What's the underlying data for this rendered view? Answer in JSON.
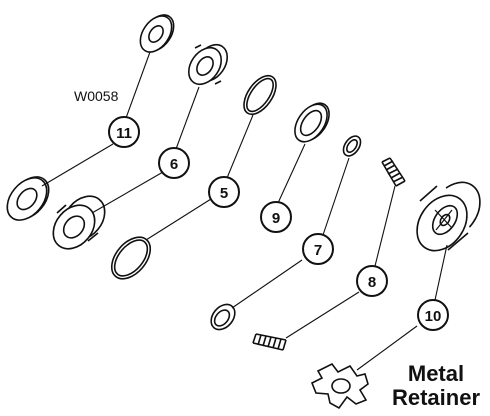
{
  "diagram": {
    "part_code": "W0058",
    "callouts": [
      {
        "id": "11",
        "label": "11"
      },
      {
        "id": "6",
        "label": "6"
      },
      {
        "id": "5",
        "label": "5"
      },
      {
        "id": "9",
        "label": "9"
      },
      {
        "id": "7",
        "label": "7"
      },
      {
        "id": "8",
        "label": "8"
      },
      {
        "id": "10",
        "label": "10"
      }
    ],
    "label_line1": "Metal",
    "label_line2": "Retainer"
  }
}
